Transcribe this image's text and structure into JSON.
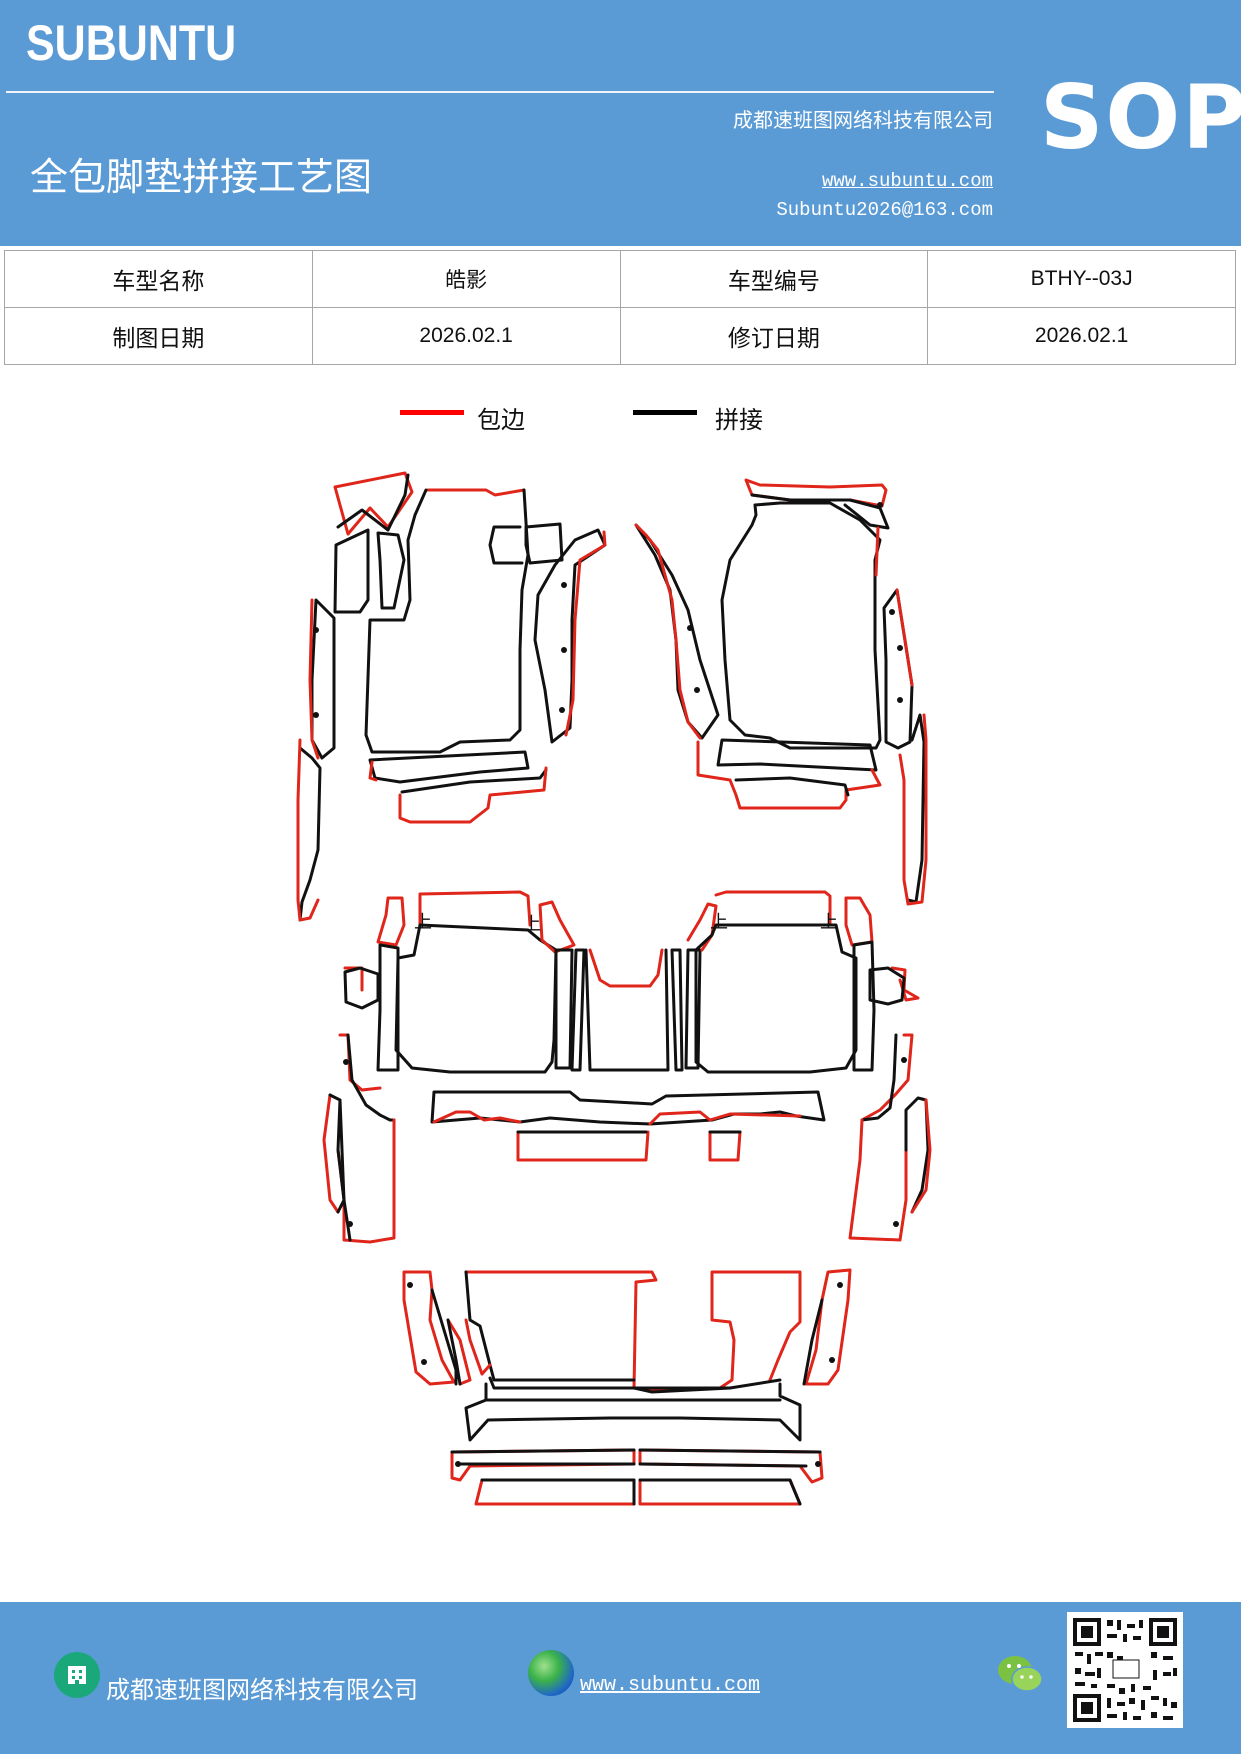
{
  "header": {
    "brand": "SUBUNTU",
    "company": "成都速班图网络科技有限公司",
    "title": "全包脚垫拼接工艺图",
    "website": "www.subuntu.com",
    "email": "Subuntu2026@163.com",
    "badge": "SOP"
  },
  "info_table": {
    "row1": [
      "车型名称",
      "皓影",
      "车型编号",
      "BTHY--03J"
    ],
    "row2": [
      "制图日期",
      "2026.02.1",
      "修订日期",
      "2026.02.1"
    ]
  },
  "legend": {
    "items": [
      {
        "label": "包边",
        "color": "#ff0000"
      },
      {
        "label": "拼接",
        "color": "#000000"
      }
    ]
  },
  "drawing": {
    "marks": [
      "上",
      "上",
      "上",
      "上"
    ],
    "colors": {
      "edge": "#e0251b",
      "seam": "#111111"
    }
  },
  "footer": {
    "company": "成都速班图网络科技有限公司",
    "website": "www.subuntu.com",
    "icons": [
      "building-icon",
      "globe-icon",
      "wechat-icon",
      "qr-code"
    ]
  },
  "colors": {
    "brand_blue": "#5b9bd5",
    "edge_red": "#ff0000"
  }
}
